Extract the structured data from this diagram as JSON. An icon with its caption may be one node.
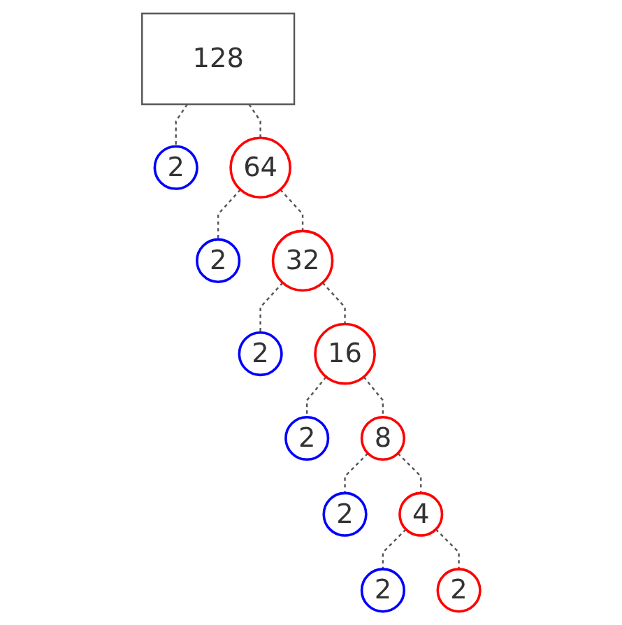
{
  "diagram": {
    "nodes": [
      {
        "text": [
          "128"
        ]
      },
      {
        "text": [
          "2"
        ]
      },
      {
        "text": [
          "64"
        ]
      },
      {
        "text": [
          "2"
        ]
      },
      {
        "text": [
          "32"
        ]
      },
      {
        "text": [
          "2"
        ]
      },
      {
        "text": [
          "16"
        ]
      },
      {
        "text": [
          "2"
        ]
      },
      {
        "text": [
          "8"
        ]
      },
      {
        "text": [
          "2"
        ]
      },
      {
        "text": [
          "4"
        ]
      },
      {
        "text": [
          "2"
        ]
      },
      {
        "text": [
          "2"
        ]
      }
    ],
    "edges": [
      {
        "from": 0,
        "to": 1,
        "arrow": "none",
        "style": "dashed"
      },
      {
        "from": 0,
        "to": 2,
        "arrow": "none",
        "style": "dashed"
      },
      {
        "from": 2,
        "to": 3,
        "arrow": "none",
        "style": "dashed"
      },
      {
        "from": 2,
        "to": 4,
        "arrow": "none",
        "style": "dashed"
      },
      {
        "from": 4,
        "to": 5,
        "arrow": "none",
        "style": "dashed"
      },
      {
        "from": 4,
        "to": 6,
        "arrow": "none",
        "style": "dashed"
      },
      {
        "from": 6,
        "to": 7,
        "arrow": "none",
        "style": "dashed"
      },
      {
        "from": 6,
        "to": 8,
        "arrow": "none",
        "style": "dashed"
      },
      {
        "from": 8,
        "to": 9,
        "arrow": "none",
        "style": "dashed"
      },
      {
        "from": 8,
        "to": 10,
        "arrow": "none",
        "style": "dashed"
      },
      {
        "from": 10,
        "to": 11,
        "arrow": "none",
        "style": "dashed"
      },
      {
        "from": 10,
        "to": 12,
        "arrow": "none",
        "style": "dashed"
      }
    ]
  }
}
